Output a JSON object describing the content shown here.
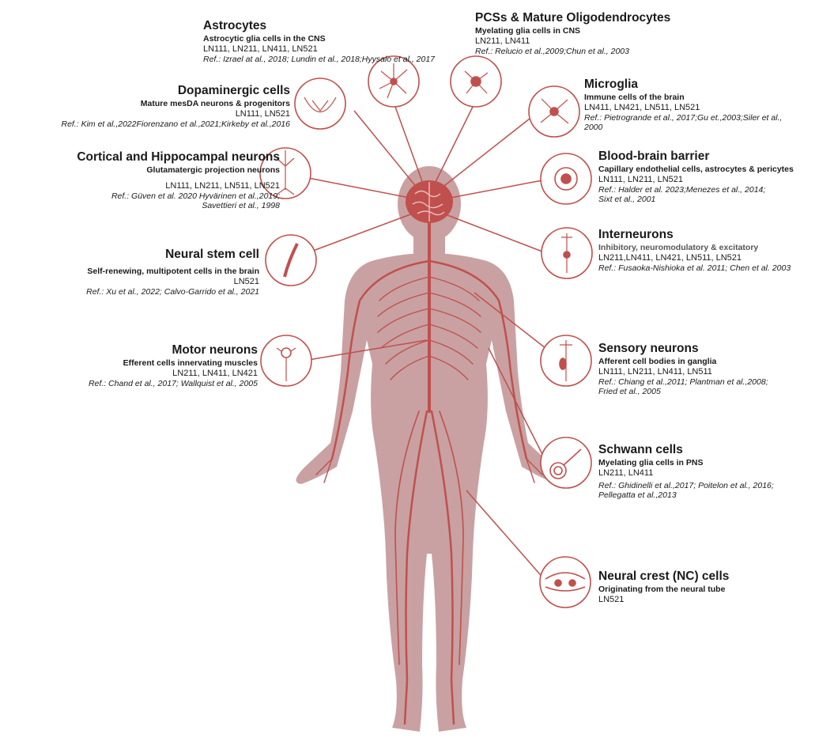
{
  "colors": {
    "body": "#c9a1a2",
    "nerve": "#c0504d",
    "line": "#c0504d",
    "circle": "#c0504d",
    "text": "#1a1a1a"
  },
  "cells": {
    "astrocytes": {
      "title": "Astrocytes",
      "subtitle": "Astrocytic glia cells in the CNS",
      "laminins": "LN111, LN211, LN411, LN521",
      "ref": "Ref.: Izrael at al., 2018; Lundin et al., 2018;Hyysalo et al., 2017"
    },
    "pcs": {
      "title": "PCSs & Mature Oligodendrocytes",
      "subtitle": "Myelating glia cells in CNS",
      "laminins": "LN211, LN411",
      "ref": "Ref.: Relucio et al.,2009;Chun et al., 2003"
    },
    "dopaminergic": {
      "title": "Dopaminergic cells",
      "subtitle": "Mature mesDA neurons & progenitors",
      "laminins": "LN111, LN521",
      "ref": "Ref.: Kim et al.,2022Fiorenzano et al.,2021;Kirkeby  et al.,2016"
    },
    "microglia": {
      "title": "Microglia",
      "subtitle": "Immune cells of the brain",
      "laminins": "LN411, LN421, LN511, LN521",
      "ref1": "Ref.: Pietrogrande et al., 2017;Gu et.,2003;Siler et al.,",
      "ref2": "2000"
    },
    "cortical": {
      "title": "Cortical and Hippocampal neurons",
      "subtitle": "Glutamatergic projection neurons",
      "laminins": "LN111, LN211, LN511, LN521",
      "ref1": "Ref.:    Güven  et  al.  2020  Hyvärinen et al.,2019;",
      "ref2": "Savettieri et al., 1998"
    },
    "bbb": {
      "title": "Blood-brain barrier",
      "subtitle": "Capillary endothelial cells, astrocytes & pericytes",
      "laminins": "LN111, LN211, LN521",
      "ref1": "Ref.: Halder et al. 2023;Menezes et al., 2014;",
      "ref2": "Sixt et al., 2001"
    },
    "stem": {
      "title": "Neural stem cell",
      "subtitle": "Self-renewing, multipotent cells in the brain",
      "laminins": "LN521",
      "ref": "Ref.: Xu et al., 2022;  Calvo-Garrido et al., 2021"
    },
    "interneurons": {
      "title": "Interneurons",
      "subtitle": "Inhibitory, neuromodulatory & excitatory",
      "laminins": "LN211,LN411, LN421, LN511, LN521",
      "ref": "Ref.: Fusaoka-Nishioka et al. 2011; Chen et al. 2003"
    },
    "motor": {
      "title": "Motor neurons",
      "subtitle": "Efferent cells innervating muscles",
      "laminins": "LN211, LN411, LN421",
      "ref": "Ref.: Chand et al., 2017; Wallquist et al., 2005"
    },
    "sensory": {
      "title": "Sensory neurons",
      "subtitle": "Afferent cell bodies in ganglia",
      "laminins": "LN111, LN211, LN411, LN511",
      "ref1": "Ref.: Chiang et al.,2011; Plantman et al.,2008;",
      "ref2": "Fried et al., 2005"
    },
    "schwann": {
      "title": "Schwann cells",
      "subtitle": "Myelating glia cells in PNS",
      "laminins": "LN211, LN411",
      "ref1": "Ref.: Ghidinelli  et al.,2017; Poitelon  et al., 2016;",
      "ref2": "Pellegatta et al.,2013"
    },
    "nc": {
      "title": "Neural crest (NC) cells",
      "subtitle": "Originating  from the neural tube",
      "laminins": "LN521"
    }
  }
}
